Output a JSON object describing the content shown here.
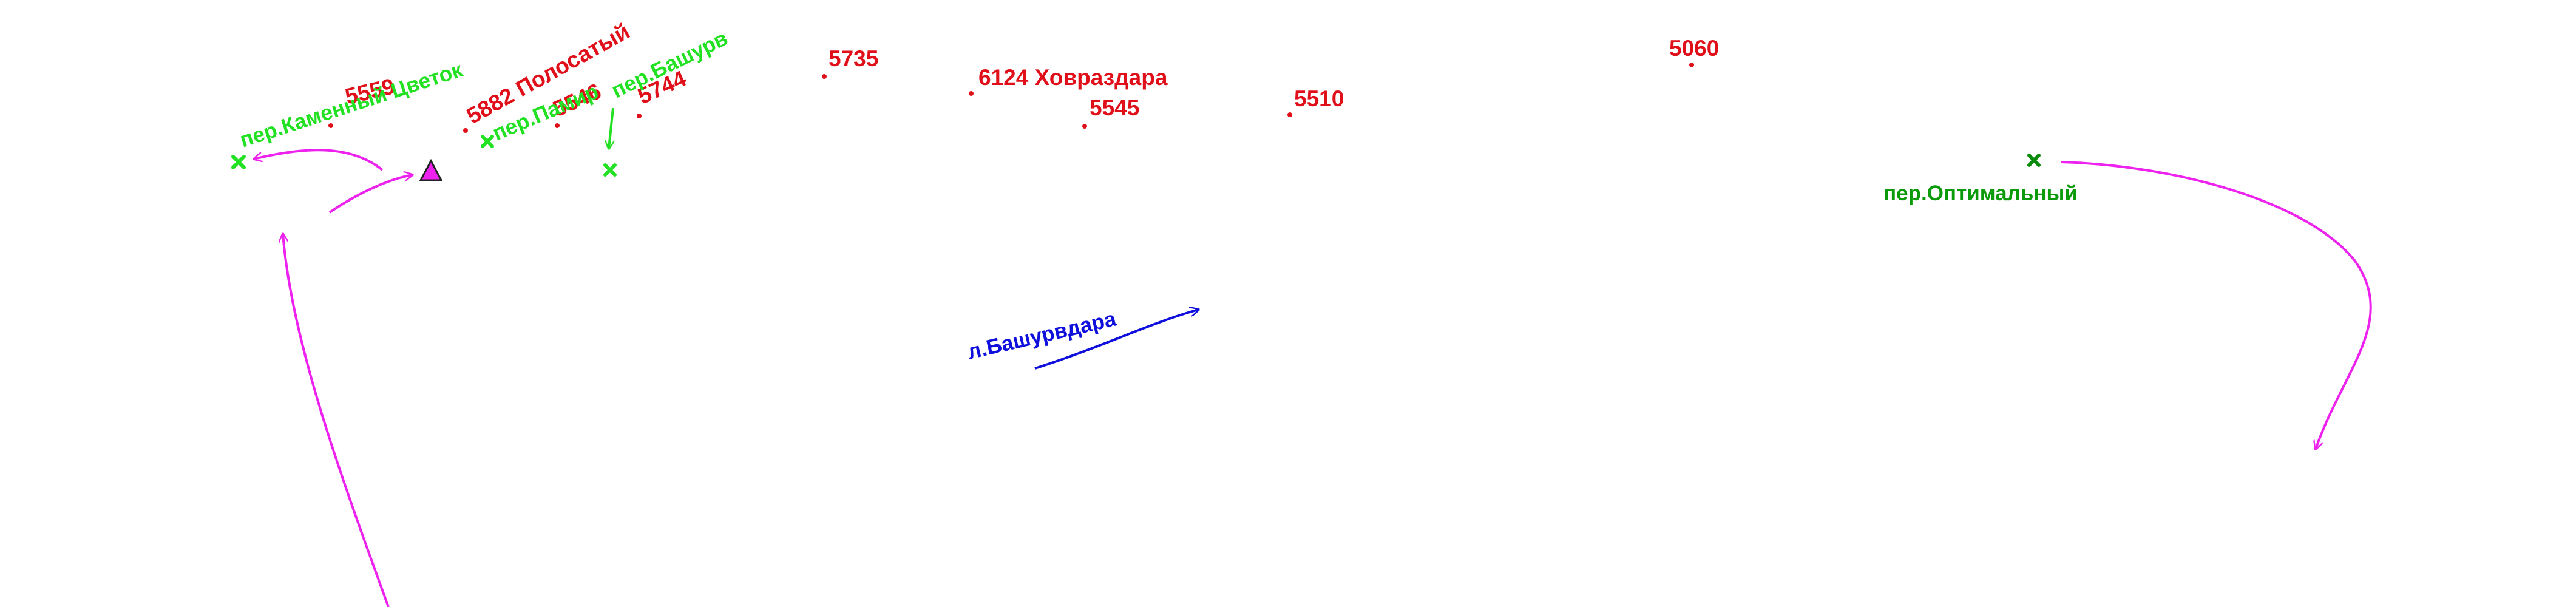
{
  "colors": {
    "elevation": "#e0101a",
    "pass": "#22e022",
    "pass_dark": "#0a9a0a",
    "route": "#ee22ee",
    "river": "#1010dd",
    "camp_fill": "#ee22ee"
  },
  "icons": {
    "pass_marker": "cross-icon",
    "elevation_marker": "dot-icon",
    "camp_marker": "triangle-icon",
    "route_arrow": "arrow-icon"
  },
  "elevations": {
    "e5559": "5559",
    "e5882": "5882 Полосатый",
    "e5546": "5546",
    "e5744": "5744",
    "e5735": "5735",
    "e6124": "6124 Ховраздара",
    "e5545": "5545",
    "e5510": "5510",
    "e5060": "5060"
  },
  "passes": {
    "kamenny": "пер.Каменный Цветок",
    "pamir": "пер.Памир",
    "bashurv": "пер.Башурв",
    "optimalny": "пер.Оптимальный"
  },
  "rivers": {
    "bashurvdara": "л.Башурвдара"
  }
}
